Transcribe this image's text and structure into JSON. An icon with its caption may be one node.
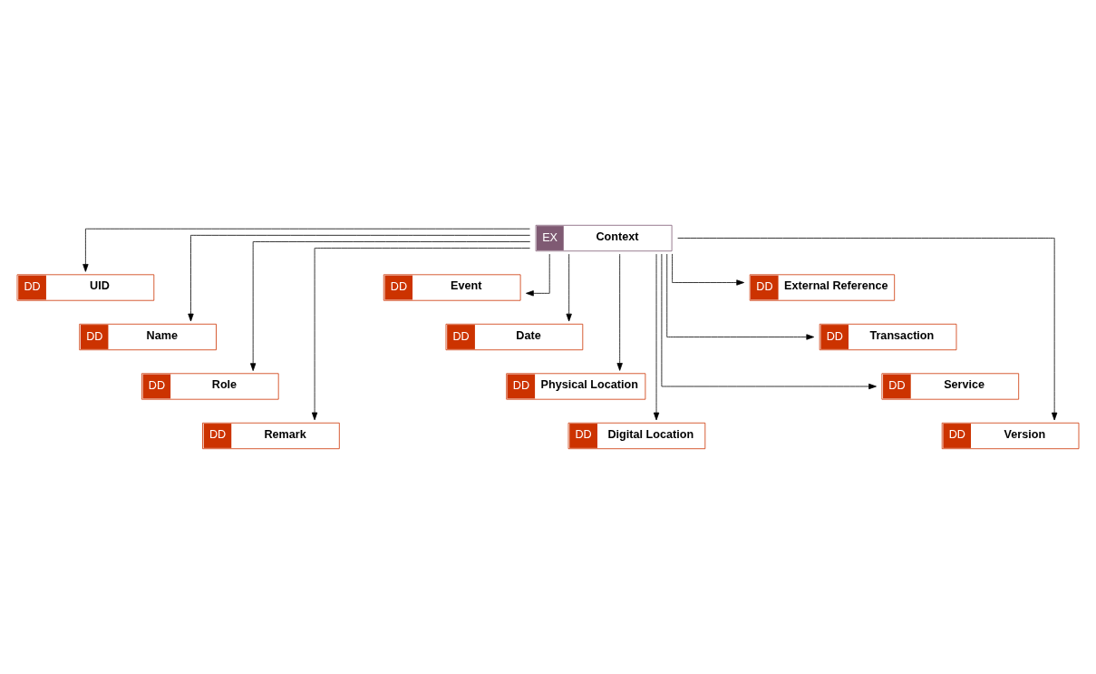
{
  "diagram": {
    "nodes": [
      {
        "text": [
          "EX",
          "Context"
        ]
      },
      {
        "text": [
          "DD",
          "UID"
        ]
      },
      {
        "text": [
          "DD",
          "Name"
        ]
      },
      {
        "text": [
          "DD",
          "Role"
        ]
      },
      {
        "text": [
          "DD",
          "Remark"
        ]
      },
      {
        "text": [
          "DD",
          "Event"
        ]
      },
      {
        "text": [
          "DD",
          "Date"
        ]
      },
      {
        "text": [
          "DD",
          "Physical Location"
        ]
      },
      {
        "text": [
          "DD",
          "Digital Location"
        ]
      },
      {
        "text": [
          "DD",
          "External Reference"
        ]
      },
      {
        "text": [
          "DD",
          "Transaction"
        ]
      },
      {
        "text": [
          "DD",
          "Service"
        ]
      },
      {
        "text": [
          "DD",
          "Version"
        ]
      }
    ],
    "edges": [
      {
        "from": 0,
        "to": 1,
        "arrow": "to"
      },
      {
        "from": 0,
        "to": 2,
        "arrow": "to"
      },
      {
        "from": 0,
        "to": 3,
        "arrow": "to"
      },
      {
        "from": 0,
        "to": 4,
        "arrow": "to"
      },
      {
        "from": 0,
        "to": 5,
        "arrow": "to"
      },
      {
        "from": 0,
        "to": 6,
        "arrow": "to"
      },
      {
        "from": 0,
        "to": 7,
        "arrow": "to"
      },
      {
        "from": 0,
        "to": 8,
        "arrow": "to"
      },
      {
        "from": 0,
        "to": 9,
        "arrow": "to"
      },
      {
        "from": 0,
        "to": 10,
        "arrow": "to"
      },
      {
        "from": 0,
        "to": 11,
        "arrow": "to"
      },
      {
        "from": 0,
        "to": 12,
        "arrow": "to"
      }
    ]
  }
}
